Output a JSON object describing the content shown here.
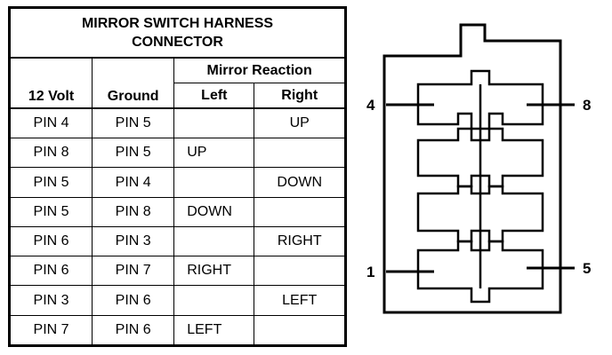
{
  "table": {
    "title_lines": [
      "MIRROR SWITCH HARNESS",
      "CONNECTOR"
    ],
    "headers": {
      "volt": "12 Volt",
      "ground": "Ground",
      "reaction": "Mirror Reaction",
      "left": "Left",
      "right": "Right"
    },
    "rows": [
      {
        "volt": "PIN 4",
        "ground": "PIN 5",
        "left": "",
        "right": "UP"
      },
      {
        "volt": "PIN 8",
        "ground": "PIN 5",
        "left": "UP",
        "right": ""
      },
      {
        "volt": "PIN 5",
        "ground": "PIN 4",
        "left": "",
        "right": "DOWN"
      },
      {
        "volt": "PIN 5",
        "ground": "PIN 8",
        "left": "DOWN",
        "right": ""
      },
      {
        "volt": "PIN 6",
        "ground": "PIN 3",
        "left": "",
        "right": "RIGHT"
      },
      {
        "volt": "PIN 6",
        "ground": "PIN 7",
        "left": "RIGHT",
        "right": ""
      },
      {
        "volt": "PIN 3",
        "ground": "PIN 6",
        "left": "",
        "right": "LEFT"
      },
      {
        "volt": "PIN 7",
        "ground": "PIN 6",
        "left": "LEFT",
        "right": ""
      }
    ]
  },
  "connector": {
    "pin_labels": {
      "top_left": "4",
      "top_right": "8",
      "bottom_left": "1",
      "bottom_right": "5"
    }
  }
}
